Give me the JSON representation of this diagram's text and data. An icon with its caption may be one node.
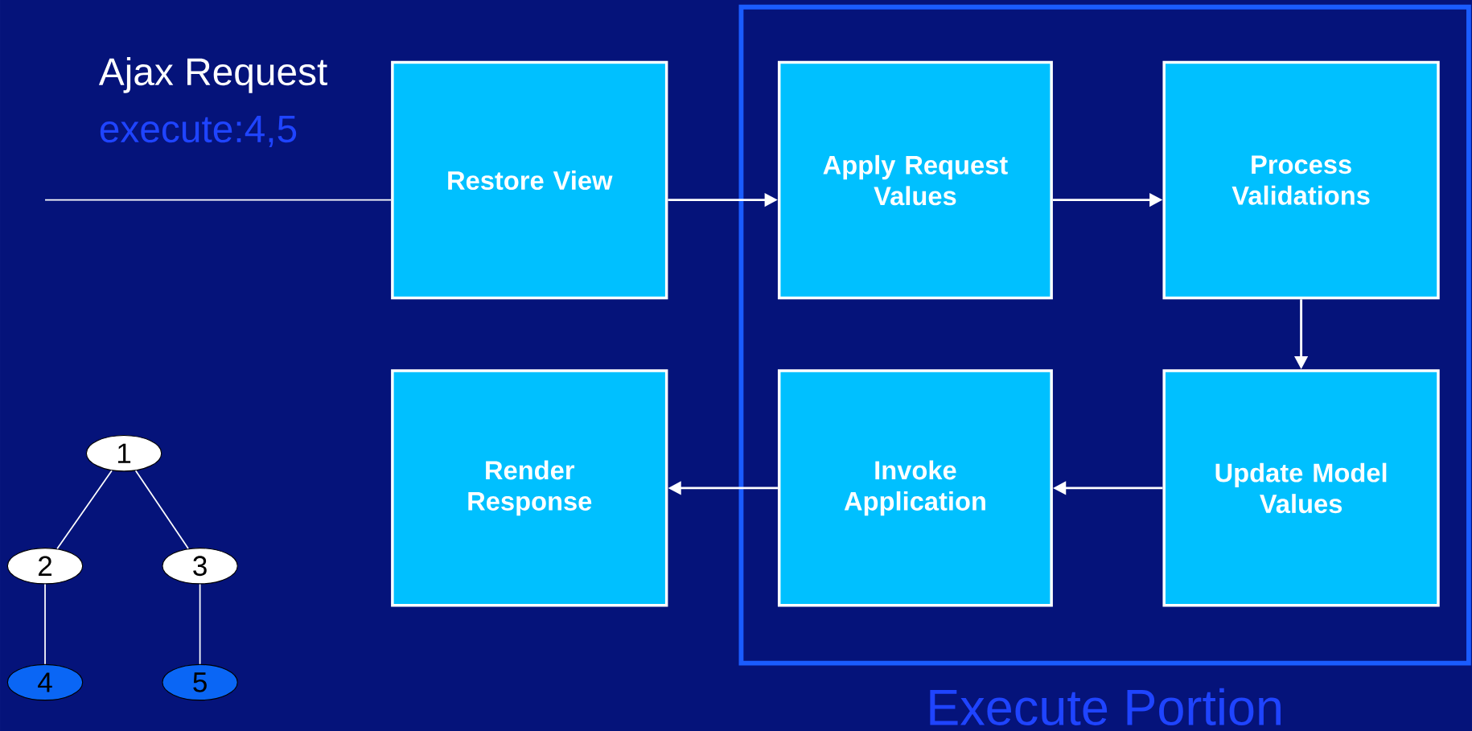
{
  "diagram": {
    "nodes": [
      {
        "text": [
          "Restore View"
        ]
      },
      {
        "text": [
          "Execute Portion"
        ]
      },
      {
        "text": [
          "Apply Request Values"
        ],
        "in": 1
      },
      {
        "text": [
          "Process Validations"
        ],
        "in": 1
      },
      {
        "text": [
          "Render Response"
        ]
      },
      {
        "text": [
          "Invoke Application"
        ],
        "in": 1
      },
      {
        "text": [
          "Update Model Values"
        ],
        "in": 1
      },
      {
        "text": [
          "1"
        ]
      },
      {
        "text": [
          "2"
        ]
      },
      {
        "text": [
          "3"
        ]
      },
      {
        "text": [
          "4"
        ]
      },
      {
        "text": [
          "5"
        ]
      }
    ],
    "edges": [
      {
        "from": null,
        "to": 0,
        "arrow": "none"
      },
      {
        "from": 0,
        "to": 2,
        "arrow": "to"
      },
      {
        "from": 2,
        "to": 3,
        "arrow": "to"
      },
      {
        "from": 3,
        "to": 6,
        "arrow": "to"
      },
      {
        "from": 6,
        "to": 5,
        "arrow": "to"
      },
      {
        "from": 5,
        "to": 4,
        "arrow": "to"
      },
      {
        "from": 7,
        "to": 8,
        "arrow": "none"
      },
      {
        "from": 7,
        "to": 9,
        "arrow": "none"
      },
      {
        "from": 8,
        "to": 10,
        "arrow": "none"
      },
      {
        "from": 9,
        "to": 11,
        "arrow": "none"
      }
    ],
    "labels": [
      "Ajax Request",
      "execute:4,5"
    ]
  }
}
